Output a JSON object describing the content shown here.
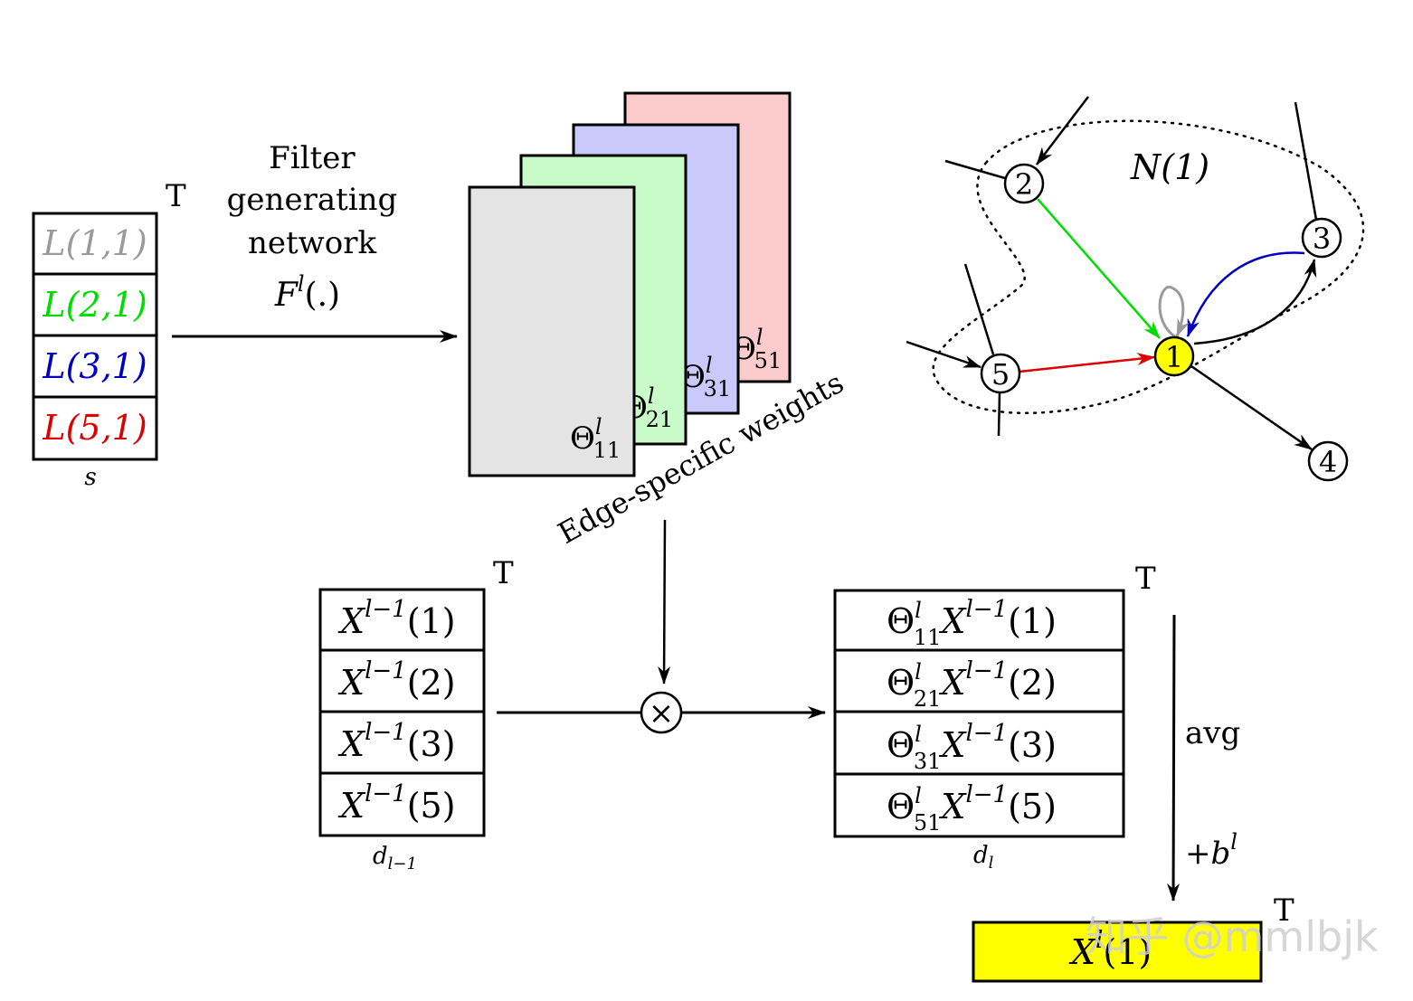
{
  "colors": {
    "gray": "#9a9a9a",
    "green": "#00dd00",
    "blue": "#0000c0",
    "red": "#dd0000",
    "gray_fill": "#e4e4e4",
    "green_fill": "#c8fbc8",
    "blue_fill": "#c9c9fb",
    "red_fill": "#fccbcb",
    "node_yellow": "#ffff00",
    "result_yellow": "#ffff00"
  },
  "transpose_mark": "T",
  "label_vector": {
    "rows": [
      "L(1,1)",
      "L(2,1)",
      "L(3,1)",
      "L(5,1)"
    ],
    "dim": "s"
  },
  "filter_network": {
    "line1": "Filter",
    "line2": "generating",
    "line3": "network",
    "func": "F",
    "func_sup": "l",
    "func_arg": "(.)"
  },
  "theta_cards": [
    {
      "base": "Θ",
      "sup": "l",
      "sub": "51"
    },
    {
      "base": "Θ",
      "sup": "l",
      "sub": "31"
    },
    {
      "base": "Θ",
      "sup": "l",
      "sub": "21"
    },
    {
      "base": "Θ",
      "sup": "l",
      "sub": "11"
    }
  ],
  "edge_label": "Edge-specific weights",
  "graph": {
    "neighborhood": "N(1)",
    "nodes": [
      "1",
      "2",
      "3",
      "4",
      "5"
    ]
  },
  "input_vector": {
    "rows": [
      {
        "base": "X",
        "sup": "l−1",
        "arg": "(1)"
      },
      {
        "base": "X",
        "sup": "l−1",
        "arg": "(2)"
      },
      {
        "base": "X",
        "sup": "l−1",
        "arg": "(3)"
      },
      {
        "base": "X",
        "sup": "l−1",
        "arg": "(5)"
      }
    ],
    "dim_base": "d",
    "dim_sub": "l−1"
  },
  "multiply_symbol": "×",
  "output_vector": {
    "rows": [
      {
        "sub": "11",
        "arg": "(1)"
      },
      {
        "sub": "21",
        "arg": "(2)"
      },
      {
        "sub": "31",
        "arg": "(3)"
      },
      {
        "sub": "51",
        "arg": "(5)"
      }
    ],
    "theta": "Θ",
    "theta_sup": "l",
    "x": "X",
    "x_sup": "l−1",
    "dim_base": "d",
    "dim_sub": "l"
  },
  "aggregation": {
    "avg": "avg",
    "bias": "+b",
    "bias_sup": "l"
  },
  "result": {
    "base": "X",
    "sup": "l",
    "arg": "(1)"
  },
  "watermark": "知乎 @mmlbjk"
}
